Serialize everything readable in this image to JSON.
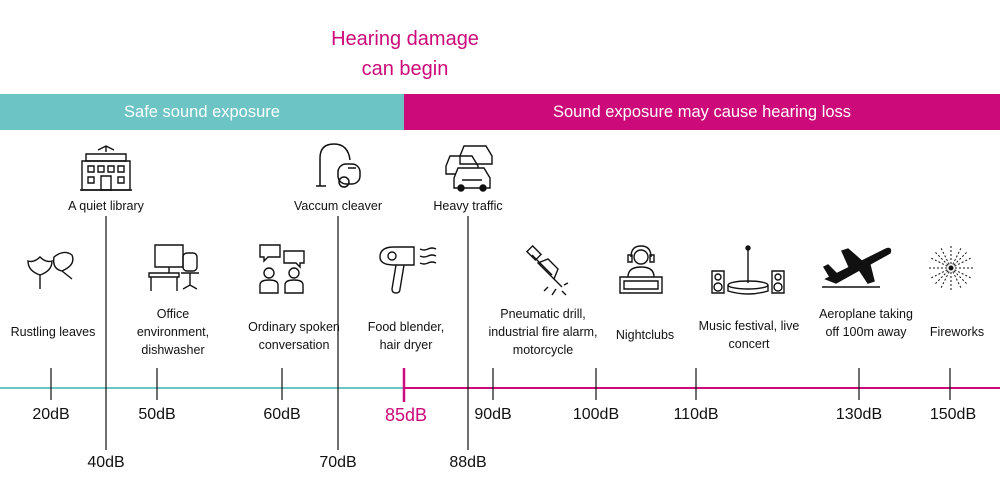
{
  "heading": {
    "line1": "Hearing damage",
    "line2": "can begin"
  },
  "bands": {
    "safe": "Safe sound exposure",
    "risk": "Sound exposure may cause hearing loss"
  },
  "colors": {
    "safe": "#6cc4c5",
    "risk": "#cc0a7a",
    "ink": "#111111"
  },
  "threshold_db": 85,
  "upper_items": [
    {
      "label": "A quiet library",
      "db": 40,
      "db_label": "40dB",
      "icon": "library-icon"
    },
    {
      "label": "Vaccum cleaver",
      "db": 70,
      "db_label": "70dB",
      "icon": "vacuum-cleaner-icon"
    },
    {
      "label": "Heavy traffic",
      "db": 88,
      "db_label": "88dB",
      "icon": "traffic-icon"
    }
  ],
  "lower_items": [
    {
      "label": "Rustling leaves",
      "db": 20,
      "db_label": "20dB",
      "icon": "leaves-icon"
    },
    {
      "label": "Office environment, dishwasher",
      "db": 50,
      "db_label": "50dB",
      "icon": "office-desk-icon"
    },
    {
      "label": "Ordinary spoken conversation",
      "db": 60,
      "db_label": "60dB",
      "icon": "conversation-icon"
    },
    {
      "label": "Food blender, hair dryer",
      "db": 85,
      "db_label": "85dB",
      "icon": "hair-dryer-icon"
    },
    {
      "label": "Pneumatic drill, industrial fire alarm, motorcycle",
      "db": 90,
      "db_label": "90dB",
      "icon": "pneumatic-drill-icon"
    },
    {
      "label": "Nightclubs",
      "db": 100,
      "db_label": "100dB",
      "icon": "dj-icon"
    },
    {
      "label": "Music festival, live concert",
      "db": 110,
      "db_label": "110dB",
      "icon": "concert-stage-icon"
    },
    {
      "label": "Aeroplane taking off 100m away",
      "db": 130,
      "db_label": "130dB",
      "icon": "aeroplane-icon"
    },
    {
      "label": "Fireworks",
      "db": 150,
      "db_label": "150dB",
      "icon": "fireworks-icon"
    }
  ]
}
